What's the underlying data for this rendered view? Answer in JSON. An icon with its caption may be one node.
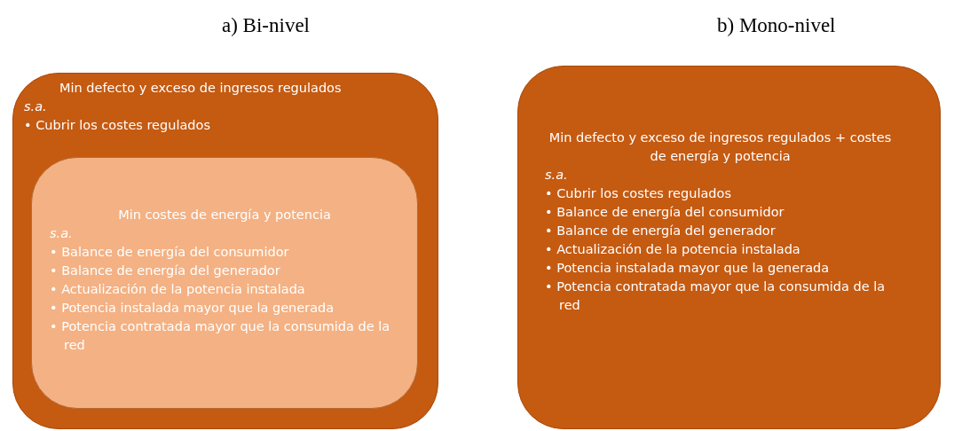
{
  "diagram": {
    "nodes": [
      {
        "text": [
          "Min defecto y exceso de ingresos regulados",
          "s.a.",
          "• Cubrir los costes regulados"
        ]
      },
      {
        "text": [
          "Min costes de energía y potencia",
          "s.a.",
          "• Balance de energía del consumidor",
          "• Balance de energía del generador",
          "• Actualización de la potencia instalada",
          "• Potencia instalada mayor que la generada",
          "• Potencia contratada mayor que la consumida de la red"
        ],
        "in": 0
      },
      {
        "text": [
          "Min defecto y exceso de ingresos regulados + costes de energía y potencia",
          "s.a.",
          "• Cubrir los costes regulados",
          "• Balance de energía del consumidor",
          "• Balance de energía del generador",
          "• Actualización de la potencia instalada",
          "• Potencia instalada mayor que la generada",
          "• Potencia contratada mayor que la consumida de la red"
        ]
      }
    ],
    "labels": [
      "a) Bi-nivel",
      "b) Mono-nivel"
    ]
  }
}
